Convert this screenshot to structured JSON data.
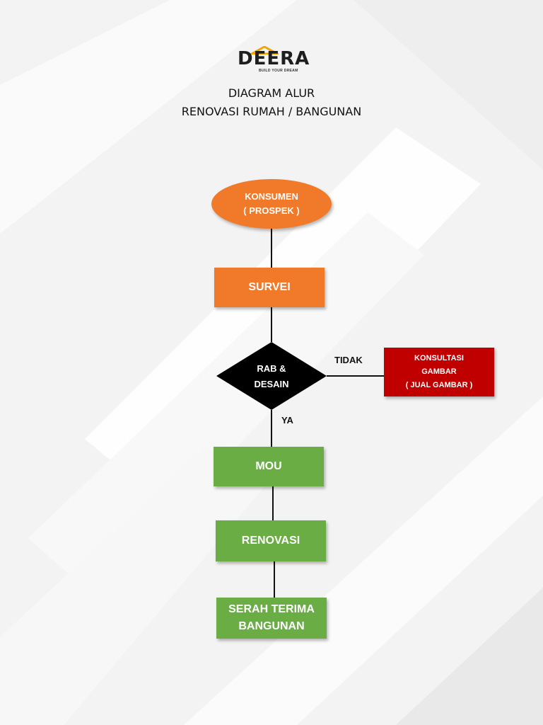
{
  "logo": {
    "name": "DEERA",
    "tagline": "BUILD YOUR DREAM"
  },
  "title": {
    "line1": "DIAGRAM ALUR",
    "line2": "RENOVASI RUMAH  / BANGUNAN"
  },
  "nodes": {
    "konsumen": {
      "line1": "KONSUMEN",
      "line2": "( PROSPEK )"
    },
    "survei": {
      "label": "SURVEI"
    },
    "rab_desain": {
      "line1": "RAB &",
      "line2": "DESAIN"
    },
    "konsultasi": {
      "line1": "KONSULTASI",
      "line2": "GAMBAR",
      "line3": "( JUAL GAMBAR )"
    },
    "mou": {
      "label": "MOU"
    },
    "renovasi": {
      "label": "RENOVASI"
    },
    "serah_terima": {
      "line1": "SERAH TERIMA",
      "line2": "BANGUNAN"
    }
  },
  "edges": {
    "no_label": "TIDAK",
    "yes_label": "YA"
  },
  "colors": {
    "orange": "#f07a2a",
    "red": "#c00000",
    "green": "#6aad45",
    "diamond": "#000000",
    "logo_accent": "#f0a500"
  }
}
